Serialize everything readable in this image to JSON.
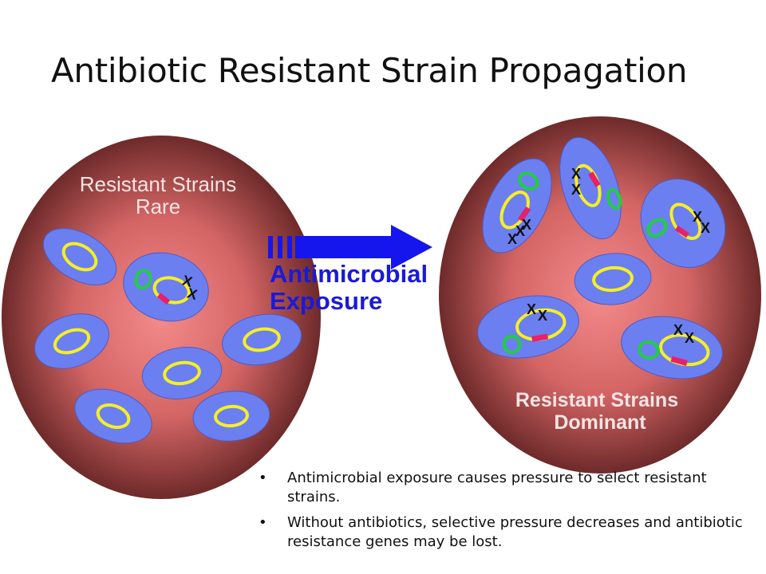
{
  "title": "Antibiotic Resistant Strain Propagation",
  "left_population": {
    "label_line1": "Resistant Strains",
    "label_line2": "Rare"
  },
  "right_population": {
    "label_line1": "Resistant Strains",
    "label_line2": "Dominant"
  },
  "arrow": {
    "label_line1": "Antimicrobial",
    "label_line2": "Exposure"
  },
  "mutation_mark": "X",
  "bullets": [
    "Antimicrobial exposure causes pressure to select resistant strains.",
    "Without antibiotics, selective pressure decreases and antibiotic resistance genes may be lost."
  ],
  "colors": {
    "population_center": "#f48a8a",
    "population_edge": "#6e2a2a",
    "cell_fill": "#6b7ff0",
    "chromosome": "#f5ef25",
    "plasmid": "#22cc44",
    "resistance_gene": "#e8206a",
    "arrow": "#1515ee",
    "arrow_text": "#1a1ad8"
  }
}
